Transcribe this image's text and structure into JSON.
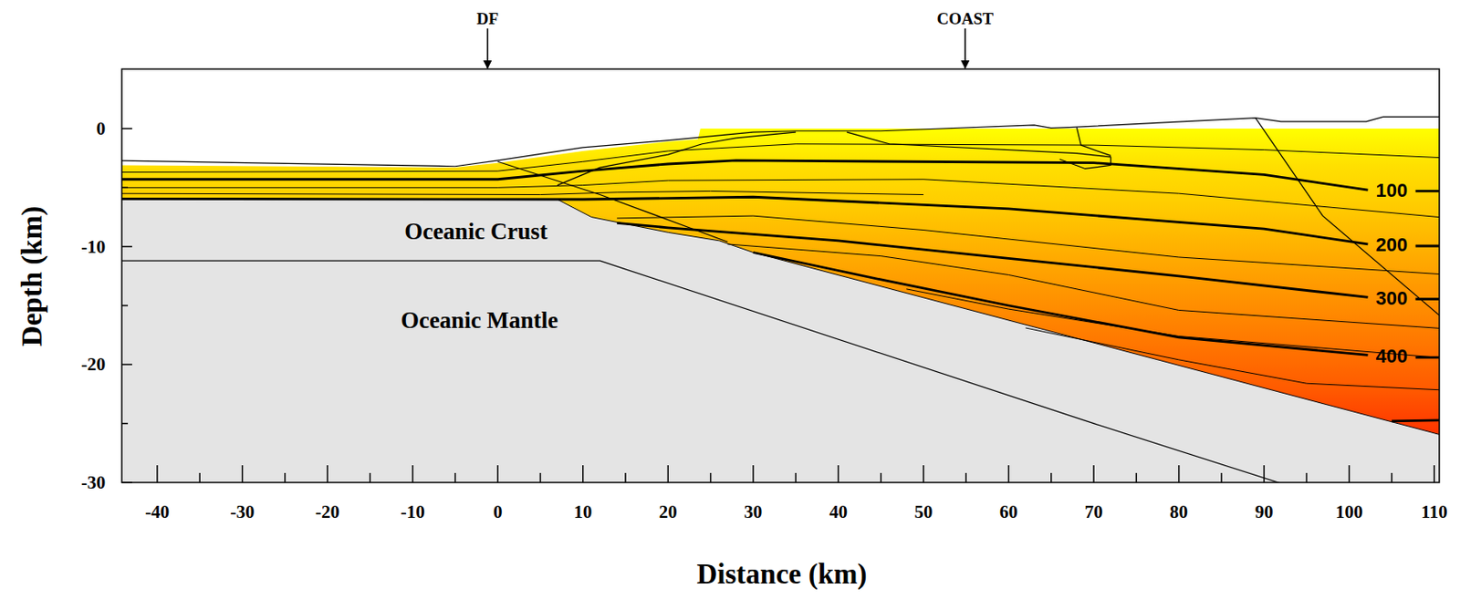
{
  "diagram": {
    "labels": [
      "DF",
      "COAST",
      "0",
      "-10",
      "-20",
      "-30",
      "-40",
      "-30",
      "-20",
      "-10",
      "0",
      "10",
      "20",
      "30",
      "40",
      "50",
      "60",
      "70",
      "80",
      "90",
      "100",
      "110",
      "Depth (km)",
      "Distance (km)",
      "Oceanic Crust",
      "Oceanic Mantle",
      "100",
      "200",
      "300",
      "400"
    ]
  }
}
